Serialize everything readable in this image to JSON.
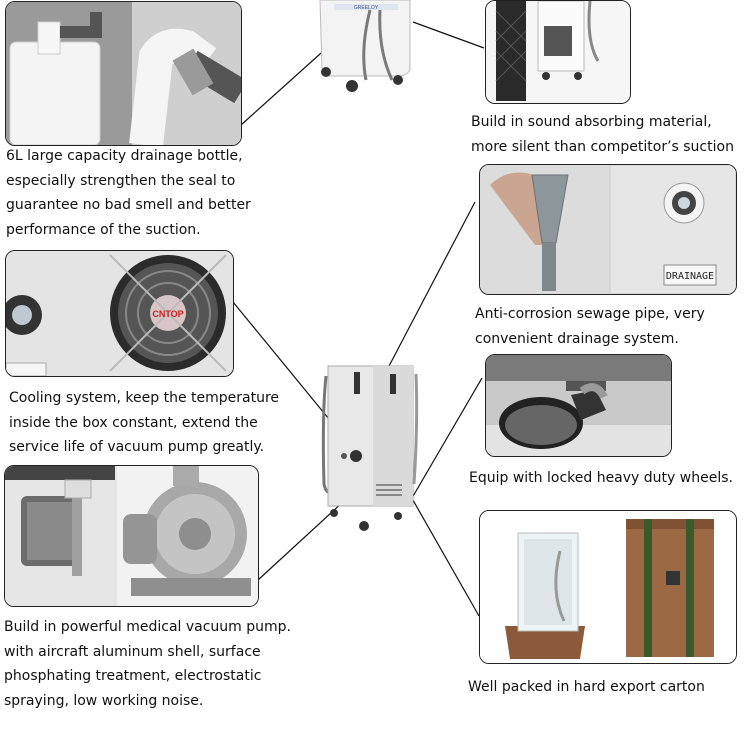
{
  "captions": {
    "bottle": [
      "6L large capacity drainage bottle,",
      "especially strengthen the seal to",
      "guarantee no bad smell and better",
      "performance of the suction."
    ],
    "sound": [
      "Build in sound absorbing material,",
      "more silent than competitor’s suction"
    ],
    "pipe": [
      "Anti-corrosion sewage pipe, very",
      "convenient drainage system."
    ],
    "cooling": [
      "Cooling system, keep the temperature",
      "inside the box constant, extend the",
      "service life of vacuum pump greatly."
    ],
    "wheels": [
      "Equip with locked heavy duty wheels."
    ],
    "pump": [
      "Build in powerful medical vacuum pump.",
      "with aircraft aluminum shell, surface",
      "phosphating treatment, electrostatic",
      "spraying, low working noise."
    ],
    "packing": [
      "Well packed in hard export carton"
    ]
  },
  "labels": {
    "drainage_label": "DRAINAGE",
    "fan_brand": "CNTOP",
    "unit_brand": "GREELOY"
  }
}
